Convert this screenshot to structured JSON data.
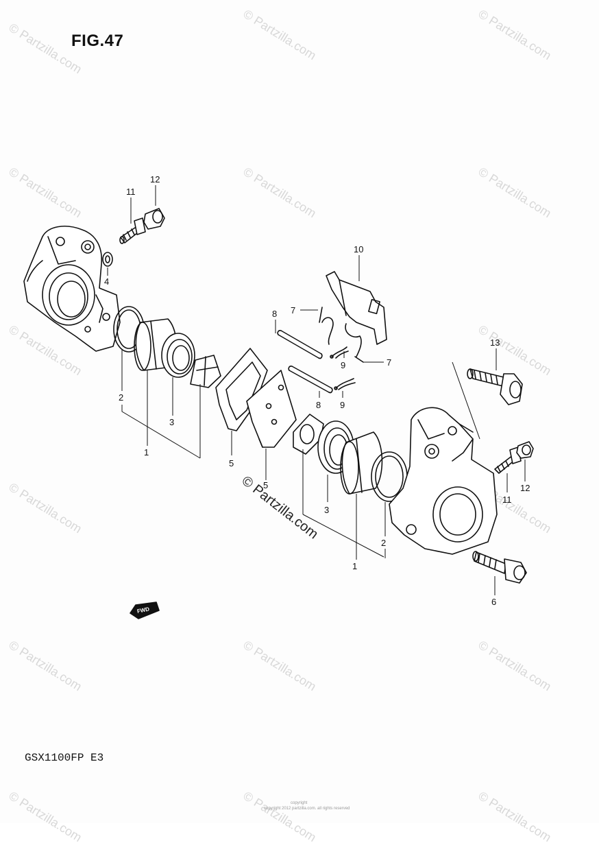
{
  "figure_title": "FIG.47",
  "model_code": "GSX1100FP E3",
  "copyright_text": "© Partzilla.com",
  "watermark_text": "© Partzilla.com",
  "fwd_label": "FWD",
  "fine_print": [
    "copyright",
    "copyright 2012 partzilla.com. all rights reserved"
  ],
  "callouts": {
    "left_11": "11",
    "left_12": "12",
    "left_4": "4",
    "left_2": "2",
    "left_3": "3",
    "left_1": "1",
    "left_5": "5",
    "mid_5": "5",
    "top_7": "7",
    "mid_8": "8",
    "bottom_7": "7",
    "top_9": "9",
    "bottom_9": "9",
    "lower_8": "8",
    "top_10": "10",
    "right_13": "13",
    "right_11": "11",
    "right_12": "12",
    "right_3": "3",
    "right_1": "1",
    "right_2": "2",
    "right_6": "6"
  },
  "icons": [
    "caliper-housing",
    "piston",
    "seal-ring",
    "brake-pad",
    "pad-spring",
    "pad-pin",
    "clip",
    "bleeder-valve",
    "bleeder-cap",
    "bolt",
    "fwd-arrow"
  ]
}
